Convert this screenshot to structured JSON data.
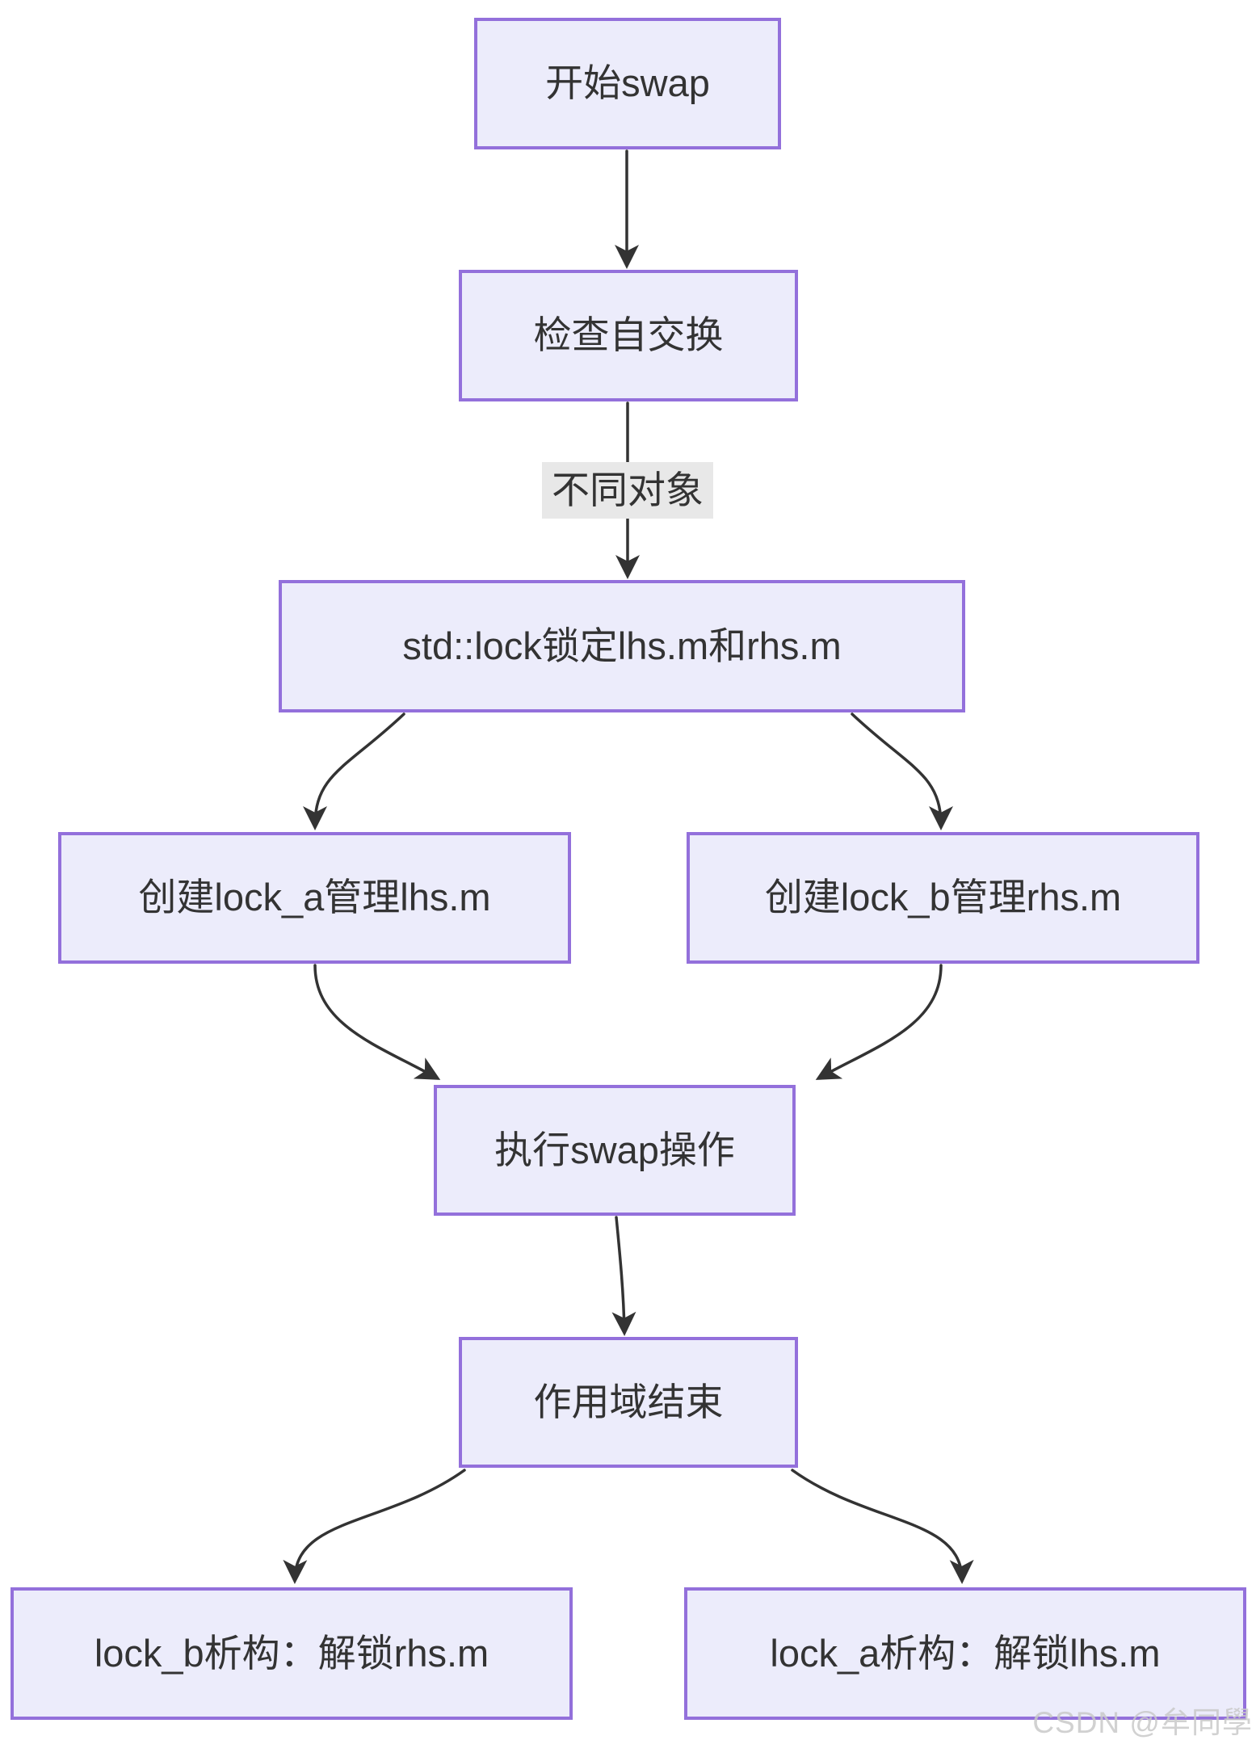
{
  "theme": {
    "node_fill": "#ECECFB",
    "node_border": "#9370DB",
    "edge_color": "#333333",
    "text_color": "#333333",
    "label_bg": "#E8E8E8",
    "watermark_color": "#C9C9C9",
    "canvas_bg": "#FFFFFF"
  },
  "diagram_type": "flowchart",
  "nodes": [
    {
      "id": "start",
      "label": "开始swap"
    },
    {
      "id": "check-self-swap",
      "label": "检查自交换"
    },
    {
      "id": "std-lock",
      "label": "std::lock锁定lhs.m和rhs.m"
    },
    {
      "id": "create-lock-a",
      "label": "创建lock_a管理lhs.m"
    },
    {
      "id": "create-lock-b",
      "label": "创建lock_b管理rhs.m"
    },
    {
      "id": "do-swap",
      "label": "执行swap操作"
    },
    {
      "id": "scope-end",
      "label": "作用域结束"
    },
    {
      "id": "lock-b-destruct",
      "label": "lock_b析构：解锁rhs.m"
    },
    {
      "id": "lock-a-destruct",
      "label": "lock_a析构：解锁lhs.m"
    }
  ],
  "edges": [
    {
      "from": "start",
      "to": "check-self-swap",
      "label": ""
    },
    {
      "from": "check-self-swap",
      "to": "std-lock",
      "label": "不同对象"
    },
    {
      "from": "std-lock",
      "to": "create-lock-a",
      "label": ""
    },
    {
      "from": "std-lock",
      "to": "create-lock-b",
      "label": ""
    },
    {
      "from": "create-lock-a",
      "to": "do-swap",
      "label": ""
    },
    {
      "from": "create-lock-b",
      "to": "do-swap",
      "label": ""
    },
    {
      "from": "do-swap",
      "to": "scope-end",
      "label": ""
    },
    {
      "from": "scope-end",
      "to": "lock-b-destruct",
      "label": ""
    },
    {
      "from": "scope-end",
      "to": "lock-a-destruct",
      "label": ""
    }
  ],
  "edge_label": {
    "text": "不同对象"
  },
  "watermark": {
    "text": "CSDN @牟同學"
  }
}
